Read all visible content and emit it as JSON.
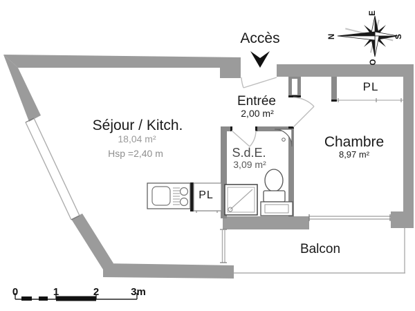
{
  "plan": {
    "acces_label": "Accès",
    "rooms": {
      "sejour": {
        "name": "Séjour / Kitch.",
        "area": "18,04 m²",
        "ceiling_height": "Hsp =2,40 m"
      },
      "entree": {
        "name": "Entrée",
        "area": "2,00 m²"
      },
      "sde": {
        "name": "S.d.E.",
        "area": "3,09 m²"
      },
      "chambre": {
        "name": "Chambre",
        "area": "8,97 m²"
      },
      "balcon": {
        "name": "Balcon"
      }
    },
    "closets": {
      "kitchen_pl": "PL",
      "chambre_pl": "PL"
    }
  },
  "compass": {
    "north": "N",
    "east": "E",
    "south": "S",
    "west": "O"
  },
  "scale_bar": {
    "ticks": [
      "0",
      "1",
      "2",
      "3m"
    ]
  },
  "colors": {
    "wall_exterior": "#9b9b9b",
    "wall_interior": "#8a8a8a",
    "line_light": "#b3b3b3",
    "text": "#1a1a1a",
    "text_muted": "#9a9a9a"
  }
}
